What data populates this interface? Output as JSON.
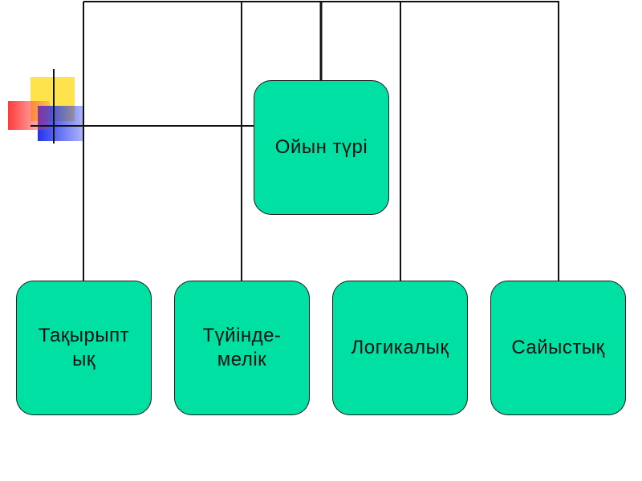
{
  "colors": {
    "node_fill": "#00E0A3",
    "node_border": "#1A1A1A",
    "connector": "#111111",
    "deco_yellow": "#FFE34D",
    "deco_red": "#FF3B3B",
    "deco_blue": "#2233EE"
  },
  "diagram": {
    "root": {
      "label": "Ойын түрі"
    },
    "children": [
      {
        "label": "Тақырыпт\nық"
      },
      {
        "label": "Түйінде-\nмелік"
      },
      {
        "label": "Логикалық"
      },
      {
        "label": "Сайыстық"
      }
    ]
  }
}
